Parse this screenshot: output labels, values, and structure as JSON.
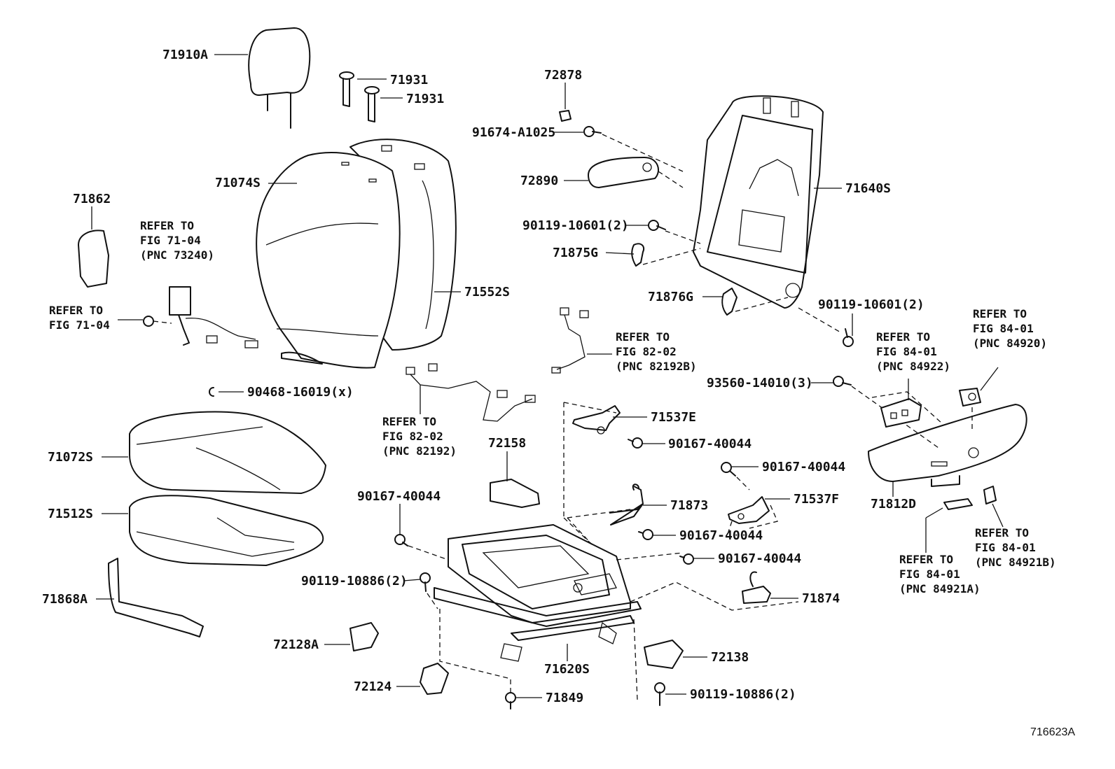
{
  "figure_id": "716623A",
  "labels": {
    "p71910A": "71910A",
    "p71931a": "71931",
    "p71931b": "71931",
    "p71074S": "71074S",
    "p71552S": "71552S",
    "p71862": "71862",
    "p90468": "90468-16019(x)",
    "p71072S": "71072S",
    "p71512S": "71512S",
    "p71868A": "71868A",
    "p72128A": "72128A",
    "p72124": "72124",
    "p72878": "72878",
    "p91674": "91674-A1025",
    "p72890": "72890",
    "p71640S": "71640S",
    "p90119a": "90119-10601(2)",
    "p71875G": "71875G",
    "p71876G": "71876G",
    "p90119b": "90119-10601(2)",
    "p72158": "72158",
    "p90167a": "90167-40044",
    "p90119c": "90119-10886(2)",
    "p71537E": "71537E",
    "p90167b": "90167-40044",
    "p90167c": "90167-40044",
    "p71873": "71873",
    "p71537F": "71537F",
    "p90167d": "90167-40044",
    "p90167e": "90167-40044",
    "p71874": "71874",
    "p72138": "72138",
    "p71620S": "71620S",
    "p71849": "71849",
    "p90119d": "90119-10886(2)",
    "p93560": "93560-14010(3)",
    "p71812D": "71812D"
  },
  "refs": {
    "belt": [
      "REFER TO",
      "FIG 71-04",
      "(PNC 73240)"
    ],
    "anchor": [
      "REFER TO",
      "FIG 71-04"
    ],
    "harness_a": [
      "REFER TO",
      "FIG 82-02",
      "(PNC 82192B)"
    ],
    "harness_b": [
      "REFER TO",
      "FIG 82-02",
      "(PNC 82192)"
    ],
    "switch_a": [
      "REFER TO",
      "FIG 84-01",
      "(PNC 84922)"
    ],
    "knob_a": [
      "REFER TO",
      "FIG 84-01",
      "(PNC 84920)"
    ],
    "knob_b": [
      "REFER TO",
      "FIG 84-01",
      "(PNC 84921B)"
    ],
    "knob_c": [
      "REFER TO",
      "FIG 84-01",
      "(PNC 84921A)"
    ]
  }
}
